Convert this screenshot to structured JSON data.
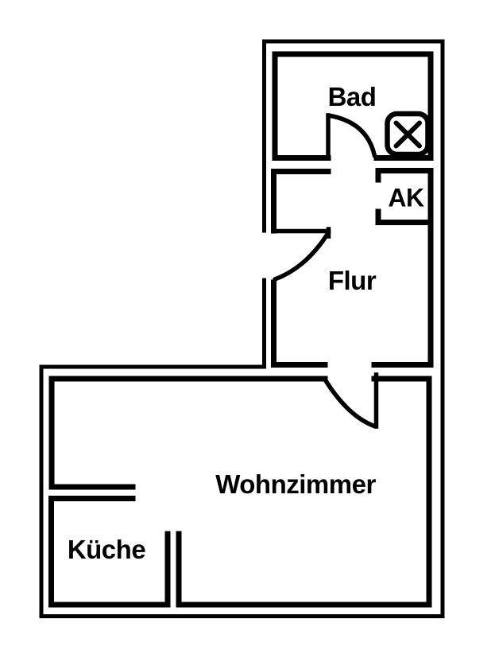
{
  "floorplan": {
    "rooms": {
      "bad": {
        "label": "Bad"
      },
      "ak": {
        "label": "AK"
      },
      "flur": {
        "label": "Flur"
      },
      "wohnzimmer": {
        "label": "Wohnzimmer"
      },
      "kueche": {
        "label": "Küche"
      }
    },
    "icons": {
      "window": "crossed-box-window-icon",
      "doors": [
        "bad-door-swing",
        "entrance-door-swing",
        "wohnzimmer-door-swing"
      ]
    },
    "colors": {
      "wall": "#000000",
      "background": "#ffffff",
      "text": "#000000"
    }
  }
}
